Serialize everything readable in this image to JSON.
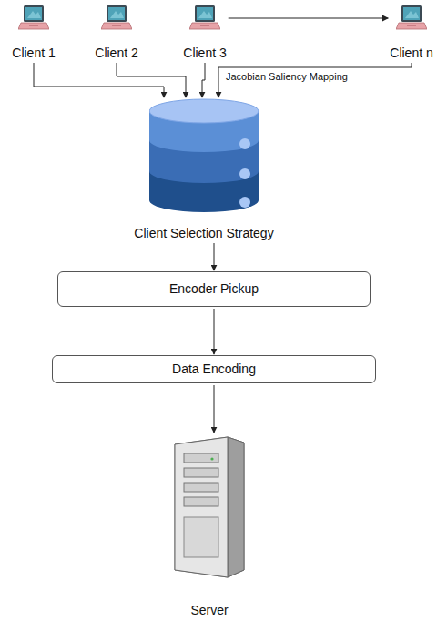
{
  "diagram": {
    "nodes": [
      {
        "text": [
          "Client 1"
        ]
      },
      {
        "text": [
          "Client 2"
        ]
      },
      {
        "text": [
          "Client 3"
        ]
      },
      {
        "text": [
          "Client n"
        ]
      },
      {
        "text": [
          "Client Selection Strategy"
        ]
      },
      {
        "text": [
          "Encoder Pickup"
        ]
      },
      {
        "text": [
          "Data Encoding"
        ]
      },
      {
        "text": [
          "Server"
        ]
      }
    ],
    "edges": [
      {
        "from": 0,
        "to": 4,
        "arrow": "to"
      },
      {
        "from": 1,
        "to": 4,
        "arrow": "to"
      },
      {
        "from": 2,
        "to": 4,
        "arrow": "to"
      },
      {
        "from": 2,
        "to": 3,
        "arrow": "to"
      },
      {
        "from": 3,
        "to": 4,
        "label": "Jacobian Saliency Mapping",
        "arrow": "to"
      },
      {
        "from": 4,
        "to": 5,
        "arrow": "to"
      },
      {
        "from": 5,
        "to": 6,
        "arrow": "to"
      },
      {
        "from": 6,
        "to": 7,
        "arrow": "to"
      }
    ]
  }
}
